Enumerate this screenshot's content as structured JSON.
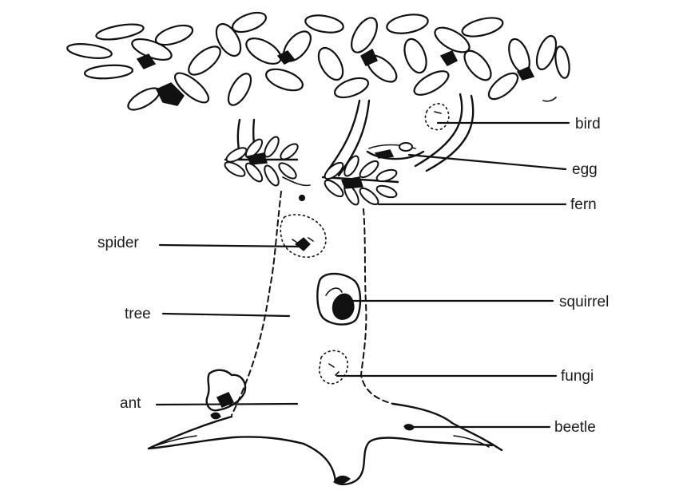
{
  "labels": {
    "bird": "bird",
    "egg": "egg",
    "fern": "fern",
    "spider": "spider",
    "squirrel": "squirrel",
    "tree": "tree",
    "fungi": "fungi",
    "ant": "ant",
    "beetle": "beetle"
  },
  "colors": {
    "ink": "#111111",
    "background": "#ffffff"
  }
}
